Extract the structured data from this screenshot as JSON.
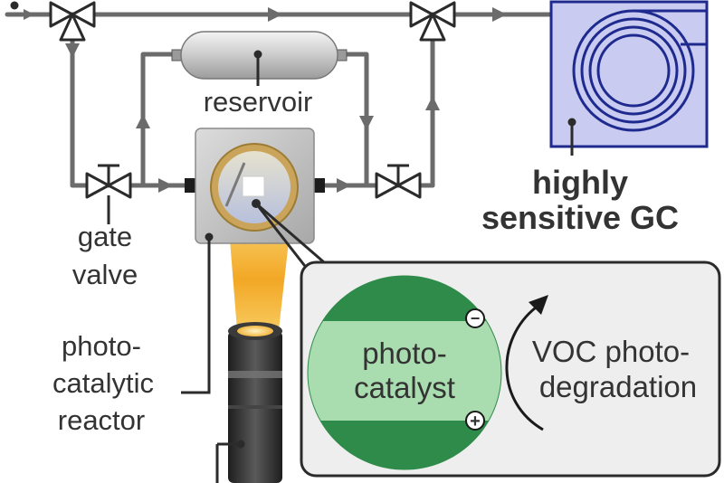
{
  "labels": {
    "reservoir": "reservoir",
    "gc_line1": "highly",
    "gc_line2": "sensitive GC",
    "gate_line1": "gate",
    "gate_line2": "valve",
    "reactor_line1": "photo-",
    "reactor_line2": "catalytic",
    "reactor_line3": "reactor",
    "catalyst_line1": "photo-",
    "catalyst_line2": "catalyst",
    "voc_line1": "VOC photo-",
    "voc_line2": "degradation"
  },
  "charges": {
    "negative": "−",
    "positive": "+"
  },
  "colors": {
    "pipe": "#6b6b6b",
    "outline": "#2b2b2b",
    "gc_fill": "#c9ccf0",
    "gc_stroke": "#1f2a8f",
    "catalyst_dark": "#2e8b4a",
    "catalyst_light": "#a9dcae",
    "beam": "#f2a31a",
    "inset_bg": "#eeeeee"
  }
}
